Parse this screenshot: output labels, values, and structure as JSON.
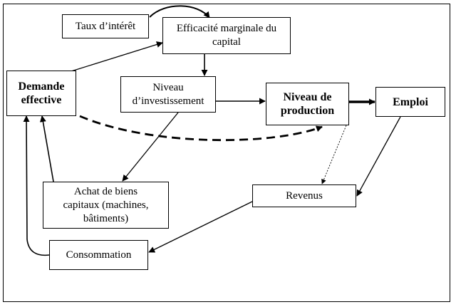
{
  "diagram": {
    "nodes": [
      {
        "id": "taux",
        "label": "Taux d’intérêt",
        "bold": false
      },
      {
        "id": "efficacite",
        "label": "Efficacité marginale du\ncapital",
        "bold": false
      },
      {
        "id": "demande",
        "label": "Demande\neffective",
        "bold": true
      },
      {
        "id": "investissement",
        "label": "Niveau\nd’investissement",
        "bold": false
      },
      {
        "id": "production",
        "label": "Niveau de\nproduction",
        "bold": true
      },
      {
        "id": "emploi",
        "label": "Emploi",
        "bold": true
      },
      {
        "id": "achat",
        "label": "Achat de biens\ncapitaux (machines,\nbâtiments)",
        "bold": false
      },
      {
        "id": "revenus",
        "label": "Revenus",
        "bold": false
      },
      {
        "id": "consommation",
        "label": "Consommation",
        "bold": false
      }
    ],
    "edges": [
      {
        "from": "taux",
        "to": "efficacite",
        "style": "solid"
      },
      {
        "from": "demande",
        "to": "efficacite",
        "style": "solid"
      },
      {
        "from": "efficacite",
        "to": "investissement",
        "style": "solid"
      },
      {
        "from": "investissement",
        "to": "production",
        "style": "solid"
      },
      {
        "from": "production",
        "to": "emploi",
        "style": "thick"
      },
      {
        "from": "investissement",
        "to": "achat",
        "style": "solid"
      },
      {
        "from": "achat",
        "to": "demande",
        "style": "solid"
      },
      {
        "from": "demande",
        "to": "production",
        "style": "dashed"
      },
      {
        "from": "production",
        "to": "revenus",
        "style": "dotted"
      },
      {
        "from": "emploi",
        "to": "revenus",
        "style": "solid"
      },
      {
        "from": "revenus",
        "to": "consommation",
        "style": "solid"
      },
      {
        "from": "consommation",
        "to": "demande",
        "style": "solid"
      }
    ]
  }
}
